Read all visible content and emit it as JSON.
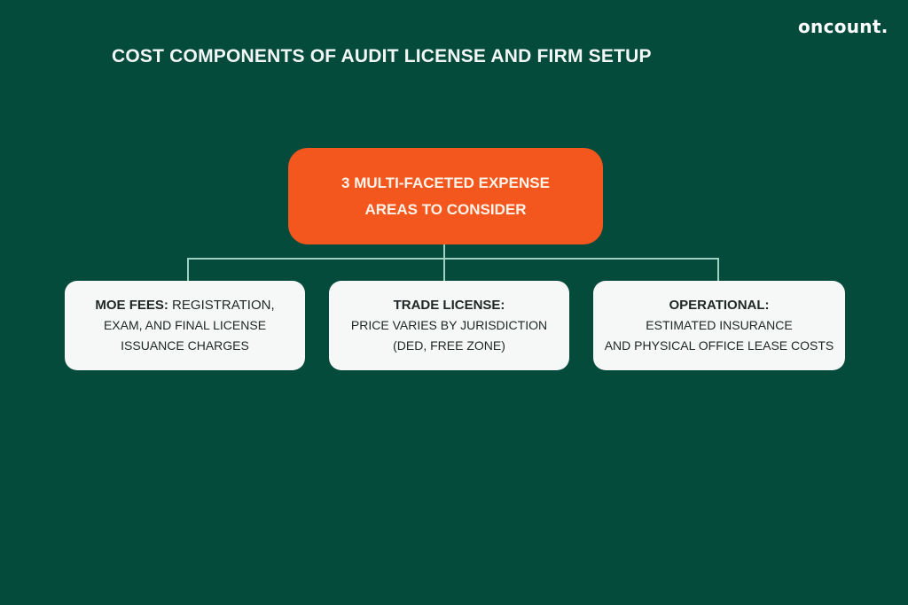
{
  "brand": {
    "logo": "oncount."
  },
  "header": {
    "title": "COST COMPONENTS OF AUDIT LICENSE AND FIRM SETUP"
  },
  "diagram": {
    "root": {
      "line1": "3 MULTI-FACETED EXPENSE",
      "line2": "AREAS TO CONSIDER"
    },
    "children": [
      {
        "head": "MOE FEES:",
        "line1_rest": " REGISTRATION,",
        "line2": "EXAM, AND FINAL LICENSE",
        "line3": "ISSUANCE CHARGES"
      },
      {
        "head": "TRADE LICENSE:",
        "line2": "PRICE VARIES BY JURISDICTION",
        "line3": "(DED, FREE ZONE)"
      },
      {
        "head": "OPERATIONAL:",
        "line2": "ESTIMATED INSURANCE",
        "line3": "AND PHYSICAL OFFICE LEASE COSTS"
      }
    ]
  },
  "colors": {
    "background": "#044b3c",
    "root": "#f4571d",
    "card": "#f6f8f7",
    "connector": "#9fd1c3"
  }
}
